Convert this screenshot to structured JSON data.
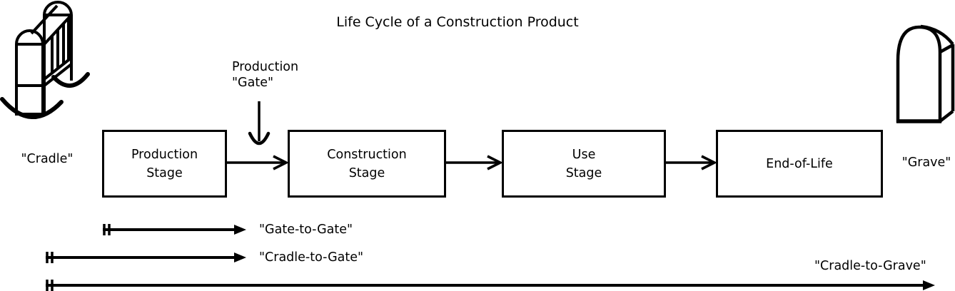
{
  "title": "Life Cycle of a Construction Product",
  "endpoints": {
    "cradle_label": "\"Cradle\"",
    "grave_label": "\"Grave\""
  },
  "gate_annotation": {
    "text": "Production\n\"Gate\""
  },
  "stages": [
    {
      "label": "Production\nStage"
    },
    {
      "label": "Construction\nStage"
    },
    {
      "label": "Use\nStage"
    },
    {
      "label": "End-of-Life"
    }
  ],
  "scope_arrows": [
    {
      "label": "\"Gate-to-Gate\""
    },
    {
      "label": "\"Cradle-to-Gate\""
    },
    {
      "label": "\"Cradle-to-Grave\""
    }
  ],
  "icons": {
    "left": "cradle-icon",
    "right": "tombstone-icon"
  },
  "colors": {
    "foreground": "#000000",
    "background": "#ffffff"
  }
}
